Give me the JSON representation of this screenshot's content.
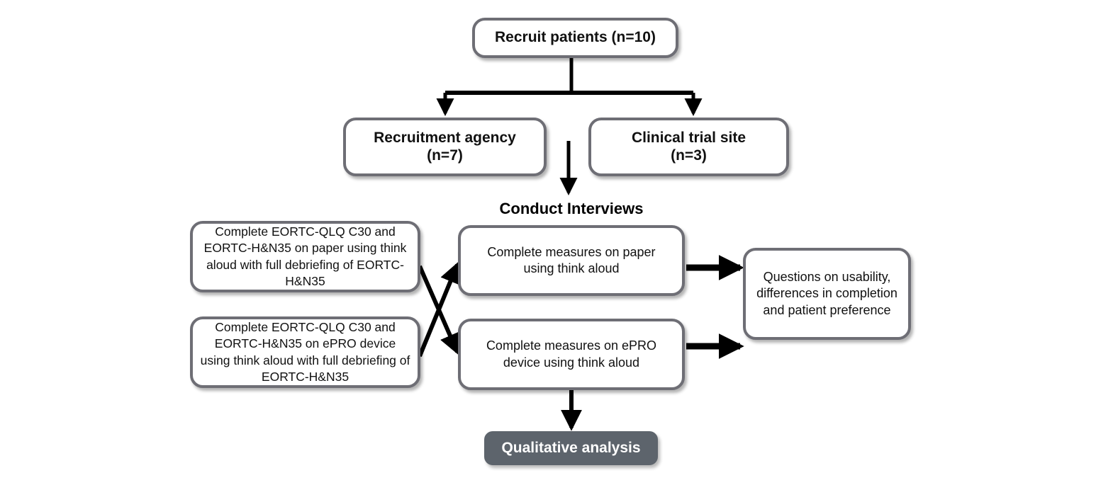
{
  "diagram": {
    "title_label": "Conduct Interviews",
    "nodes": {
      "recruit": "Recruit patients (n=10)",
      "agency": "Recruitment agency\n(n=7)",
      "clinical": "Clinical  trial site\n(n=3)",
      "paper_protocol": "Complete EORTC-QLQ C30 and EORTC-H&N35 on paper using think aloud with full debriefing of EORTC-H&N35",
      "epro_protocol": "Complete EORTC-QLQ C30 and EORTC-H&N35 on ePRO device using think aloud with full debriefing of EORTC-H&N35",
      "measures_paper": "Complete measures on paper using think aloud",
      "measures_epro": "Complete measures on ePRO device using think aloud",
      "questions": "Questions on usability, differences in completion and patient preference",
      "qualitative": "Qualitative analysis"
    },
    "colors": {
      "box_border": "#6e6e75",
      "box_fill": "#ffffff",
      "filled_box": "#5d646c",
      "filled_text": "#ffffff",
      "connector": "#000000",
      "text": "#111111"
    }
  }
}
